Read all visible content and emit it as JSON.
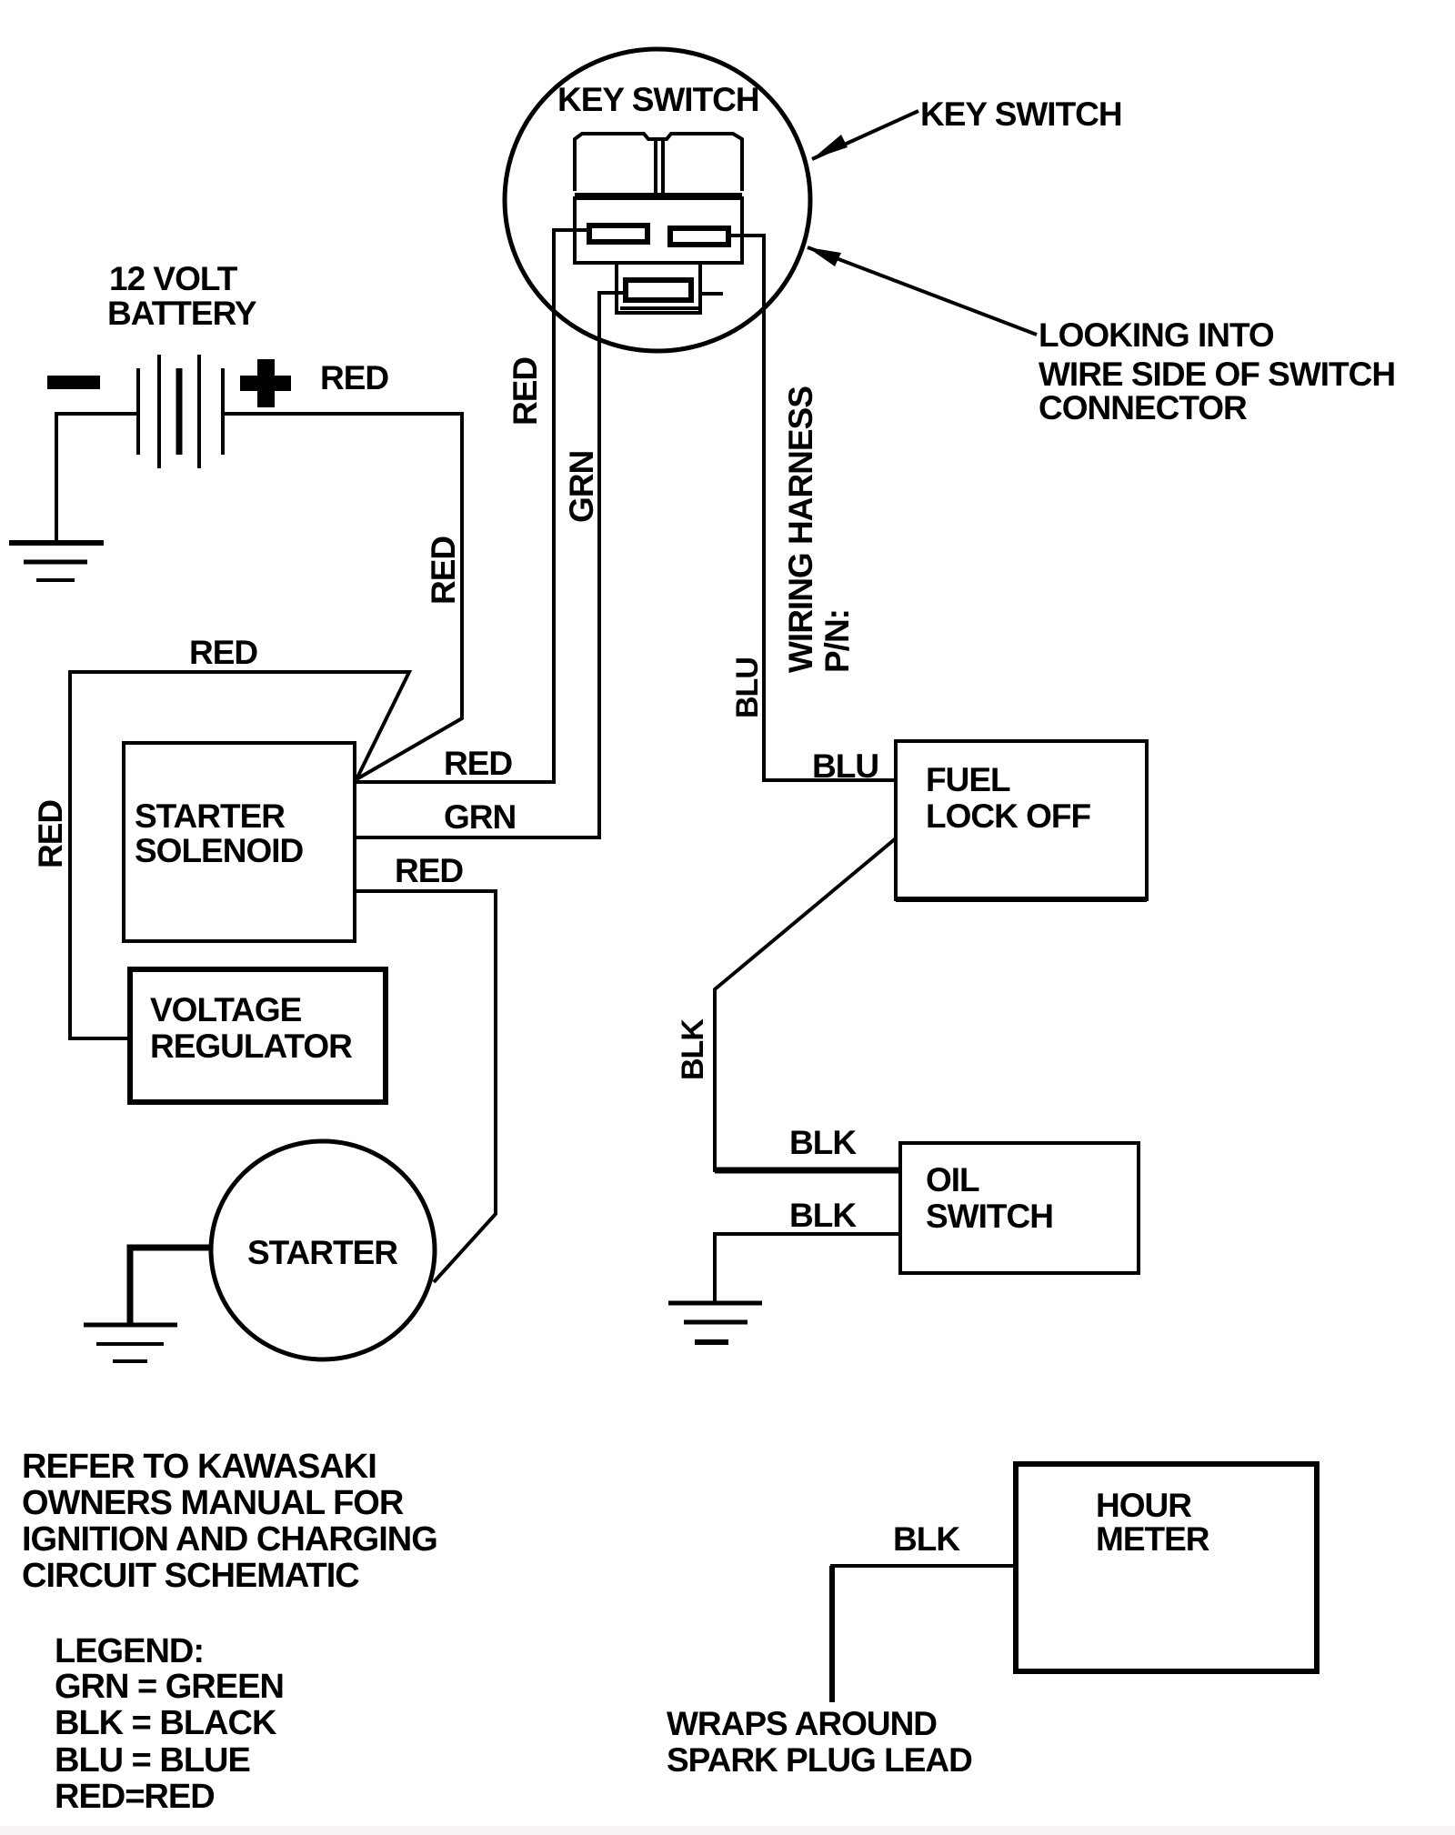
{
  "components": {
    "key_switch": "KEY SWITCH",
    "battery_line1": "12 VOLT",
    "battery_line2": "BATTERY",
    "starter_solenoid_line1": "STARTER",
    "starter_solenoid_line2": "SOLENOID",
    "voltage_regulator_line1": "VOLTAGE",
    "voltage_regulator_line2": "REGULATOR",
    "starter": "STARTER",
    "fuel_lock_off_line1": "FUEL",
    "fuel_lock_off_line2": "LOCK OFF",
    "oil_switch_line1": "OIL",
    "oil_switch_line2": "SWITCH",
    "hour_meter_line1": "HOUR",
    "hour_meter_line2": "METER"
  },
  "callouts": {
    "key_switch": "KEY SWITCH",
    "connector_line1": "LOOKING INTO",
    "connector_line2": "WIRE SIDE OF SWITCH",
    "connector_line3": "CONNECTOR",
    "harness_line1": "WIRING HARNESS",
    "harness_line2": "P/N:",
    "spark_line1": "WRAPS AROUND",
    "spark_line2": "SPARK PLUG LEAD"
  },
  "wire_labels": {
    "battery_pos": "RED",
    "battery_to_solenoid_vertical": "RED",
    "key_red_vertical": "RED",
    "key_grn_vertical": "GRN",
    "solenoid_top_loop": "RED",
    "regulator_vertical": "RED",
    "solenoid_red_to_key": "RED",
    "solenoid_grn_to_key": "GRN",
    "solenoid_red_to_starter": "RED",
    "blu_vertical": "BLU",
    "blu_to_fuel": "BLU",
    "blk_vertical": "BLK",
    "blk_to_oil_top": "BLK",
    "blk_to_oil_bottom": "BLK",
    "blk_hour_meter": "BLK"
  },
  "symbols": {
    "battery_negative": "−",
    "battery_positive": "+"
  },
  "notes": {
    "refer_line1": "REFER TO KAWASAKI",
    "refer_line2": "OWNERS MANUAL FOR",
    "refer_line3": "IGNITION AND CHARGING",
    "refer_line4": "CIRCUIT SCHEMATIC"
  },
  "legend": {
    "title": "LEGEND:",
    "items": [
      "GRN = GREEN",
      "BLK = BLACK",
      "BLU = BLUE",
      "RED=RED"
    ]
  }
}
